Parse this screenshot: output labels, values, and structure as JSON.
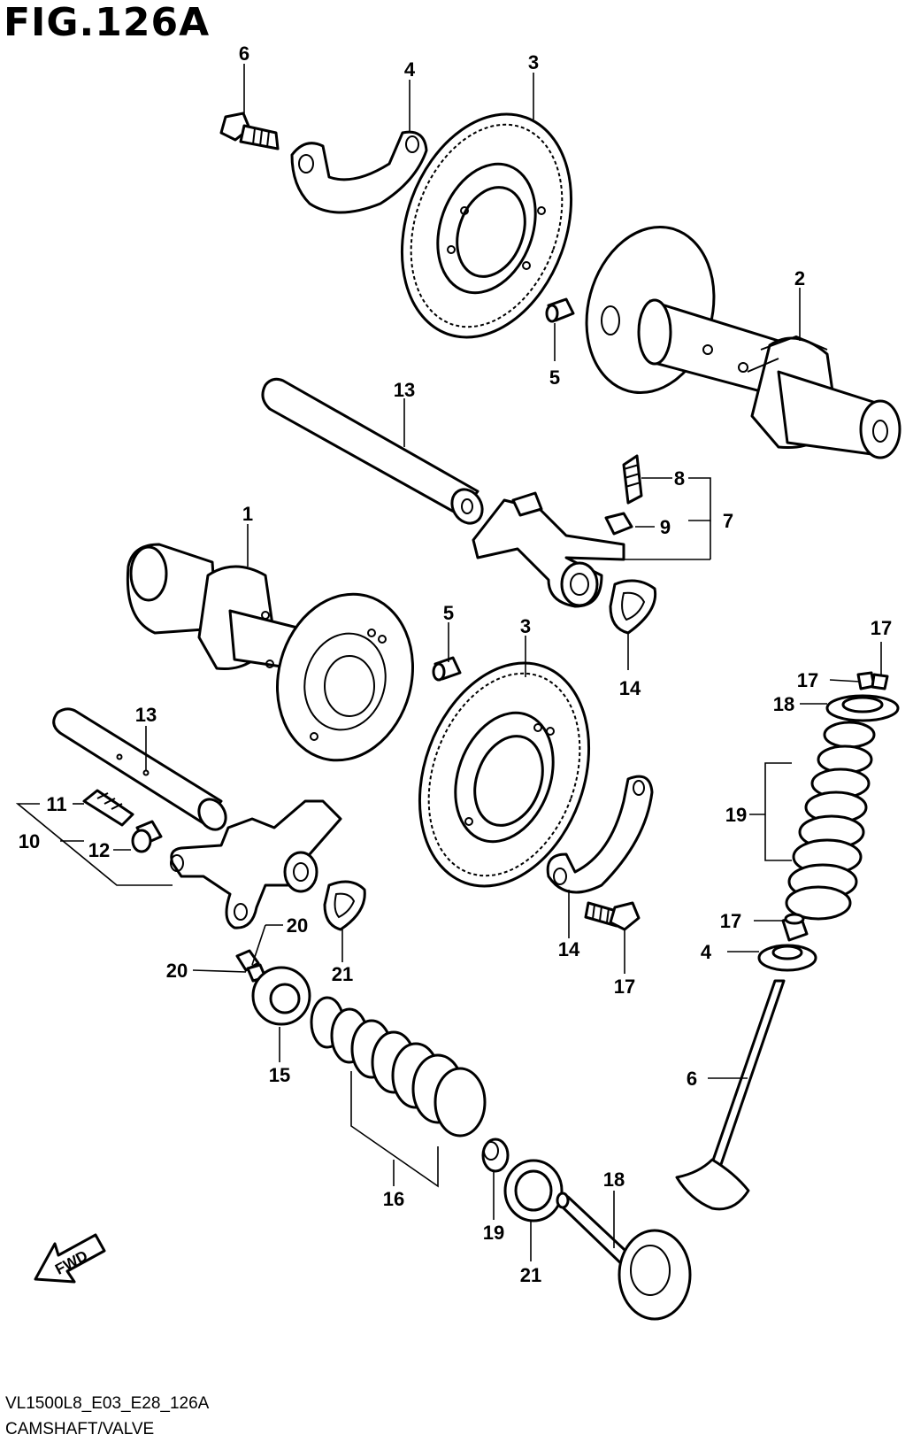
{
  "figure": {
    "title": "FIG.126A",
    "code": "VL1500L8_E03_E28_126A",
    "caption": "CAMSHAFT/VALVE",
    "fwd_label": "FWD"
  },
  "callouts": [
    {
      "id": "c6a",
      "text": "6"
    },
    {
      "id": "c4a",
      "text": "4"
    },
    {
      "id": "c3a",
      "text": "3"
    },
    {
      "id": "c2",
      "text": "2"
    },
    {
      "id": "c5a",
      "text": "5"
    },
    {
      "id": "c13a",
      "text": "13"
    },
    {
      "id": "c8",
      "text": "8"
    },
    {
      "id": "c9",
      "text": "9"
    },
    {
      "id": "c7",
      "text": "7"
    },
    {
      "id": "c1",
      "text": "1"
    },
    {
      "id": "c5b",
      "text": "5"
    },
    {
      "id": "c3b",
      "text": "3"
    },
    {
      "id": "c14a",
      "text": "14"
    },
    {
      "id": "c17a",
      "text": "17"
    },
    {
      "id": "c17b",
      "text": "17"
    },
    {
      "id": "c18a",
      "text": "18"
    },
    {
      "id": "c13b",
      "text": "13"
    },
    {
      "id": "c19a",
      "text": "19"
    },
    {
      "id": "c11",
      "text": "11"
    },
    {
      "id": "c10",
      "text": "10"
    },
    {
      "id": "c12",
      "text": "12"
    },
    {
      "id": "c17c",
      "text": "17"
    },
    {
      "id": "c21a",
      "text": "21"
    },
    {
      "id": "c14b",
      "text": "14"
    },
    {
      "id": "c4b",
      "text": "4"
    },
    {
      "id": "c20a",
      "text": "20"
    },
    {
      "id": "c17d",
      "text": "17"
    },
    {
      "id": "c6b",
      "text": "6"
    },
    {
      "id": "c15",
      "text": "15"
    },
    {
      "id": "c18b",
      "text": "18"
    },
    {
      "id": "c16",
      "text": "16"
    },
    {
      "id": "c19b",
      "text": "19"
    },
    {
      "id": "c21b",
      "text": "21"
    },
    {
      "id": "c20b",
      "text": "20"
    }
  ]
}
